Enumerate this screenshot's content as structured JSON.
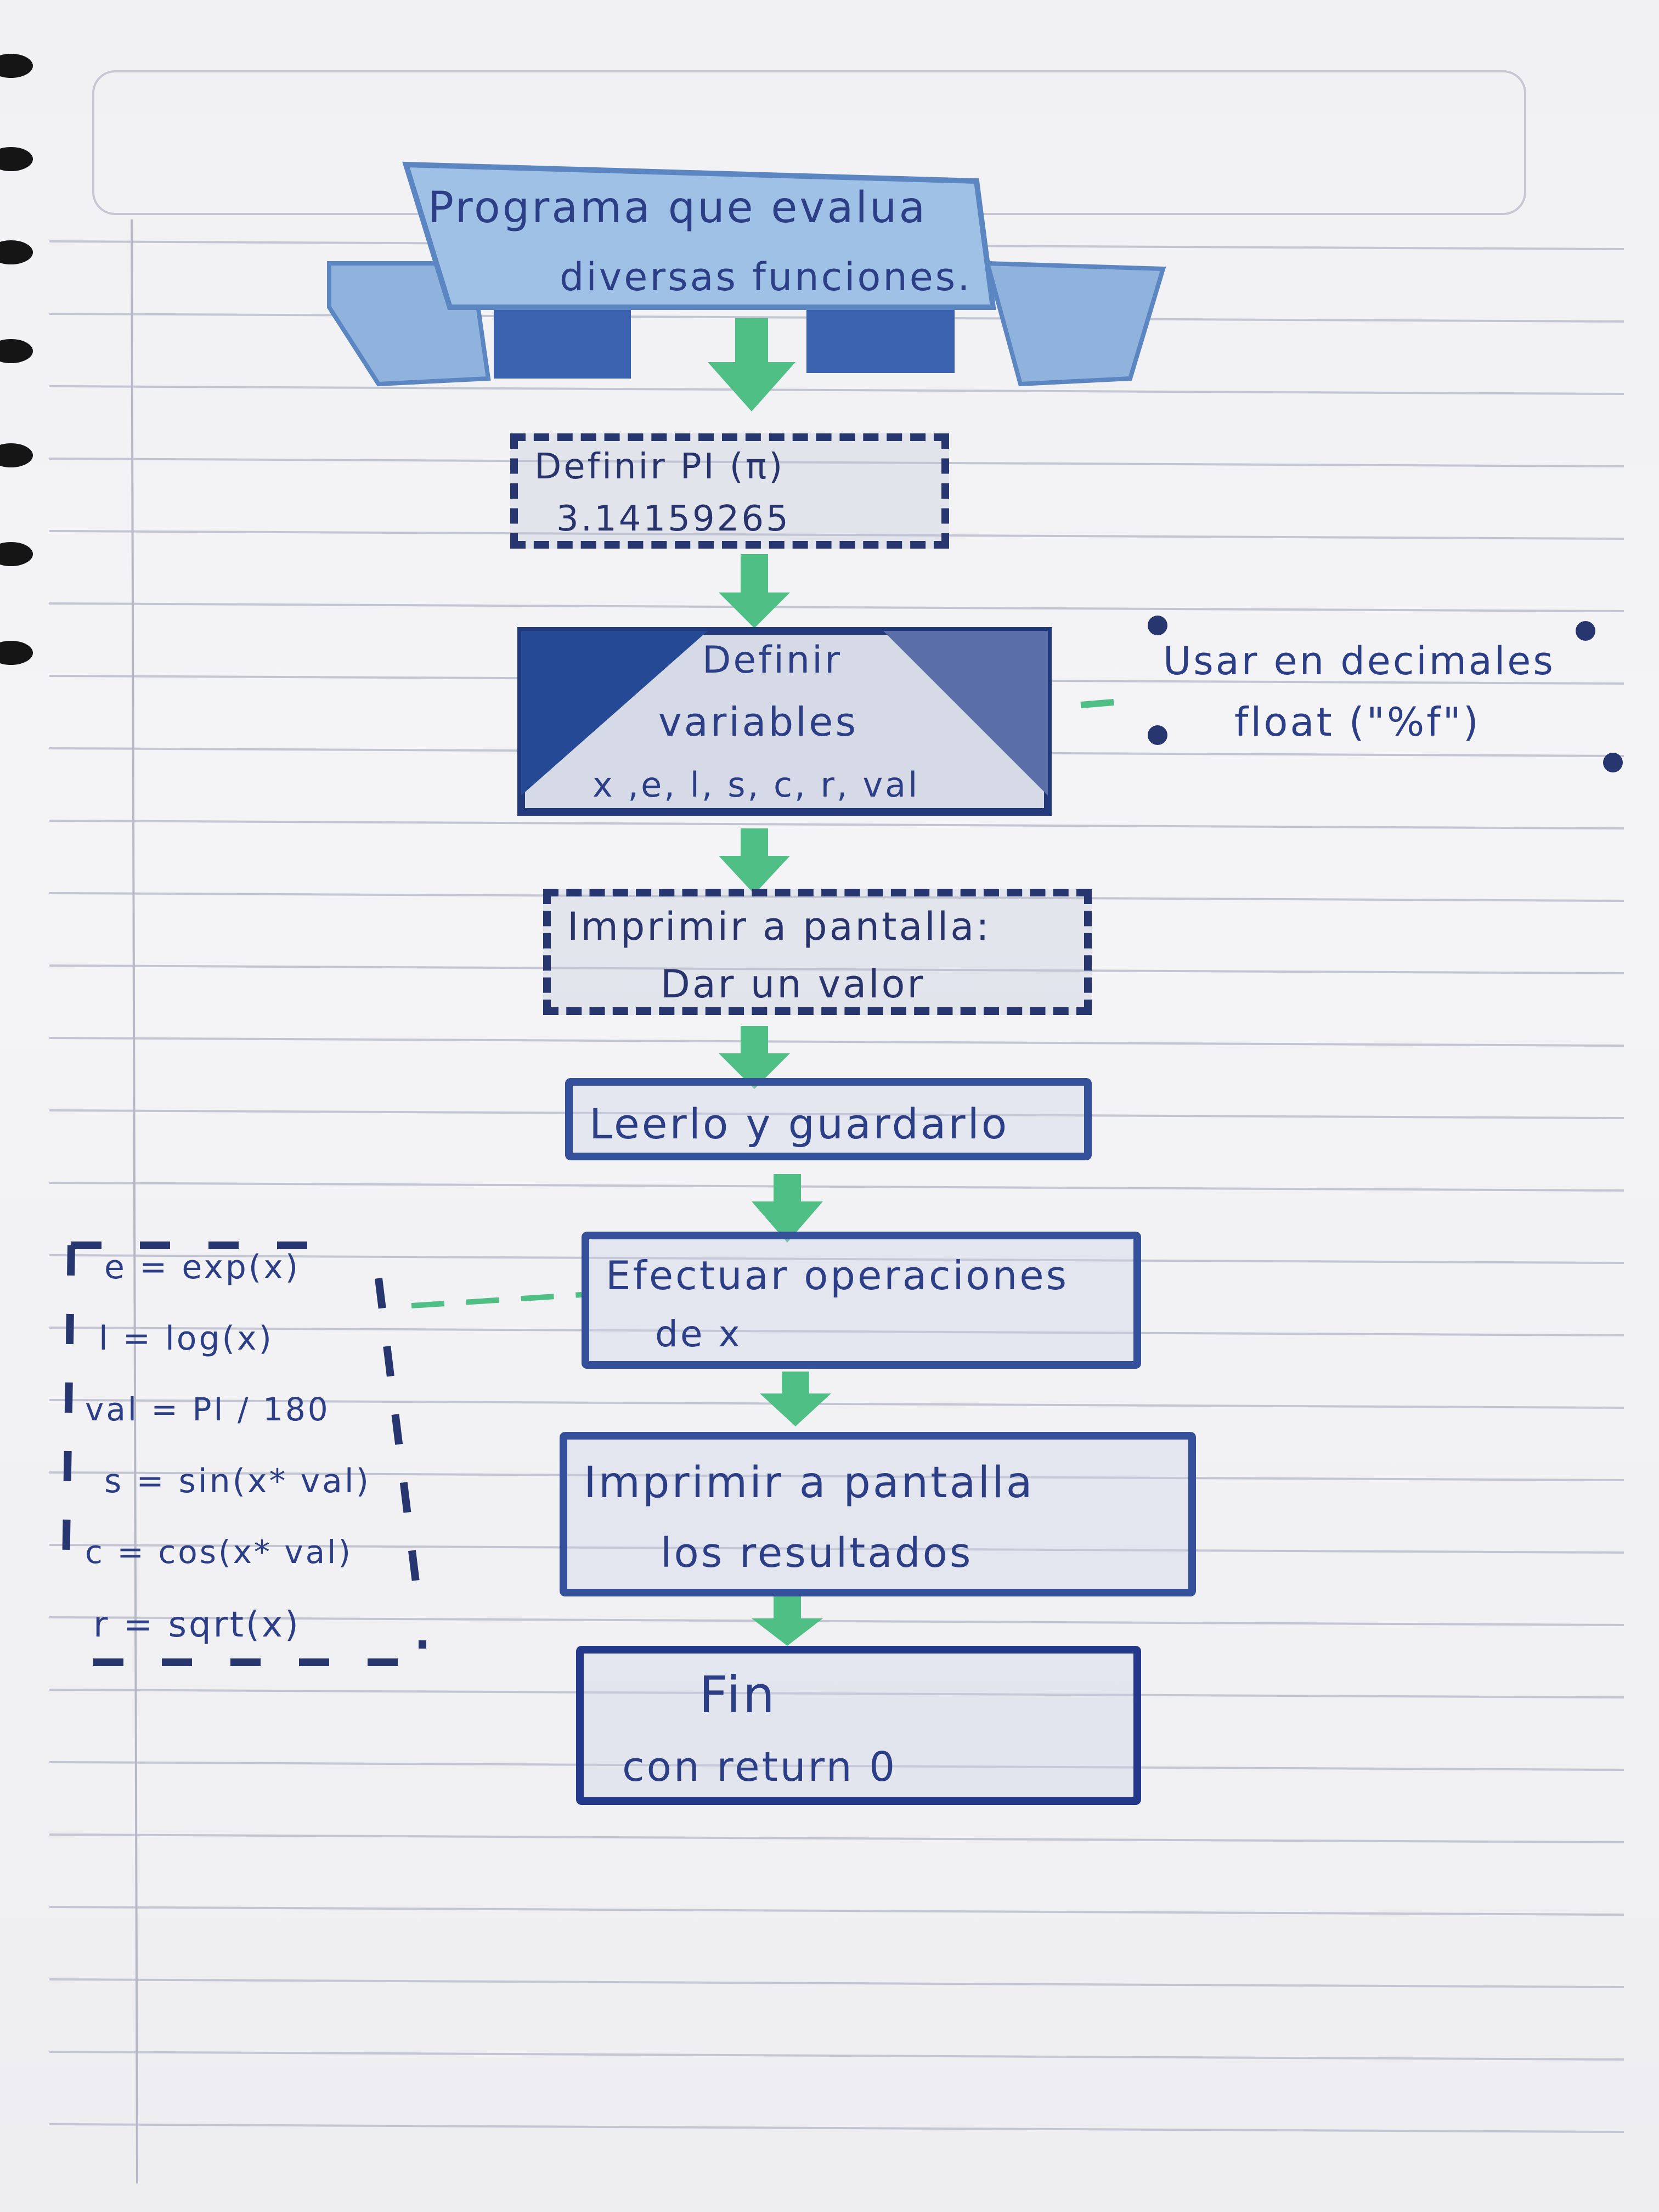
{
  "title": {
    "line1": "Programa que evalua",
    "line2": "diversas funciones."
  },
  "steps": {
    "define_pi": {
      "line1": "Definir PI (π)",
      "line2": "3.14159265"
    },
    "define_vars": {
      "line1": "Definir",
      "line2": "variables",
      "line3": "x ,e, l, s, c, r, val"
    },
    "note": {
      "line1": "Usar en decimales",
      "line2": "float (\"%f\")"
    },
    "print_prompt": {
      "line1": "Imprimir a pantalla:",
      "line2": "Dar un valor"
    },
    "read": {
      "label": "Leerlo y guardarlo"
    },
    "compute": {
      "line1": "Efectuar operaciones",
      "line2": "de    x"
    },
    "print_results": {
      "line1": "Imprimir a pantalla",
      "line2": "los resultados"
    },
    "end": {
      "line1": "Fin",
      "line2": "con return 0"
    }
  },
  "formulas": [
    "e = exp(x)",
    "l = log(x)",
    "val = PI / 180",
    "s = sin(x* val)",
    "c = cos(x* val)",
    "r = sqrt(x)"
  ],
  "colors": {
    "ink_blue": "#2c3f86",
    "dark_navy": "#27366e",
    "ribbon_blue": "#7fa6d4",
    "arrow_green": "#4fbf86",
    "paper": "#f2f2f4",
    "rule_line": "#b9bccb"
  }
}
